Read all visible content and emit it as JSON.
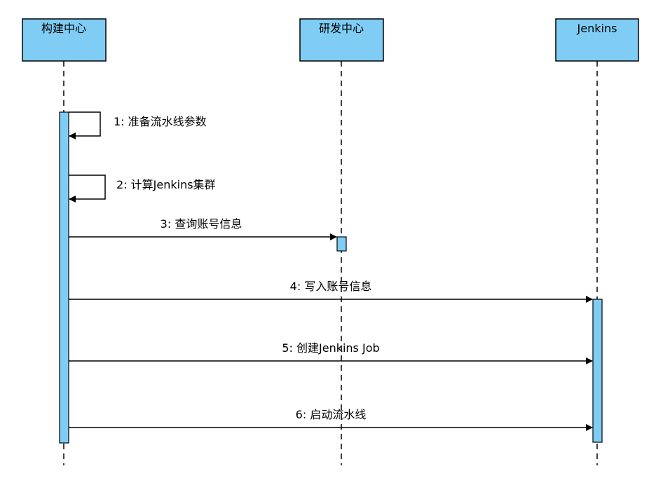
{
  "participants": [
    {
      "id": "build",
      "label": "构建中心"
    },
    {
      "id": "dev",
      "label": "研发中心"
    },
    {
      "id": "jenkins",
      "label": "Jenkins"
    }
  ],
  "messages": [
    {
      "label": "1: 准备流水线参数"
    },
    {
      "label": "2: 计算Jenkins集群"
    },
    {
      "label": "3: 查询账号信息"
    },
    {
      "label": "4: 写入账号信息"
    },
    {
      "label": "5: 创建Jenkins Job"
    },
    {
      "label": "6: 启动流水线"
    }
  ],
  "colors": {
    "box_fill": "#7fcdf4",
    "line": "#000000"
  }
}
